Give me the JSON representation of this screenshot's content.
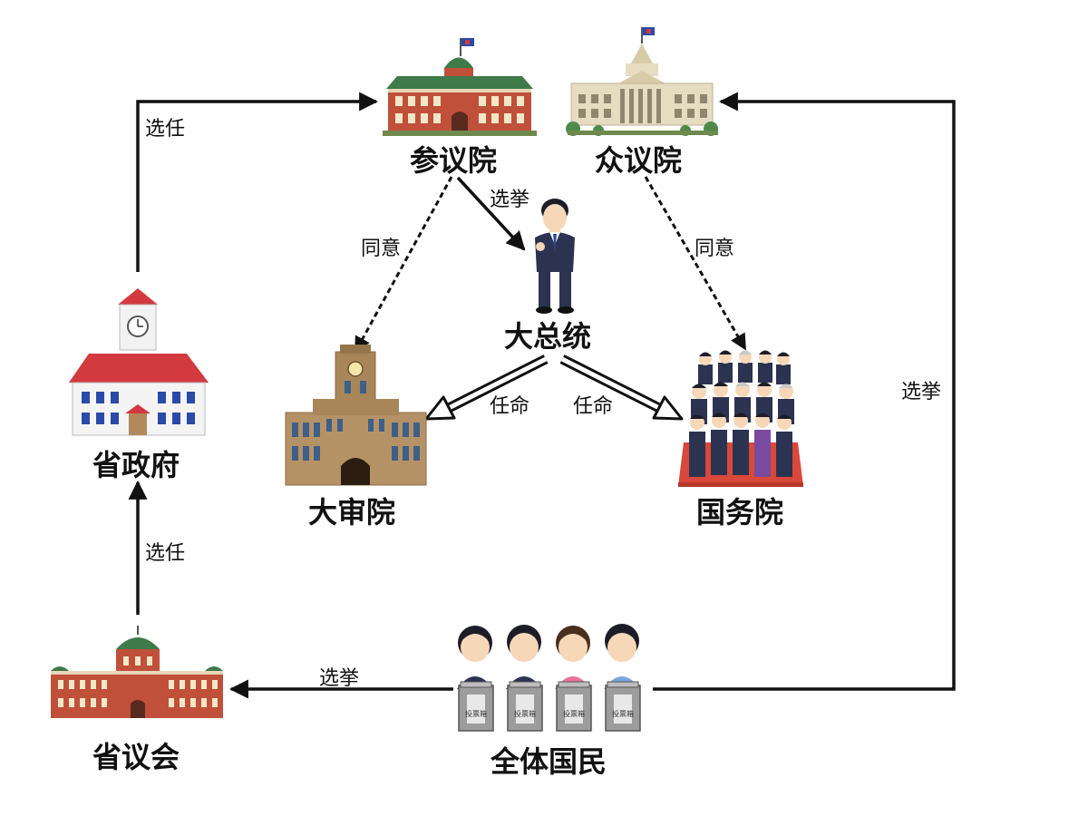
{
  "nodes": {
    "sangiin": {
      "label": "参议院"
    },
    "shugiin": {
      "label": "众议院"
    },
    "president": {
      "label": "大总统"
    },
    "supreme_court": {
      "label": "大审院"
    },
    "state_council": {
      "label": "国务院"
    },
    "province_gov": {
      "label": "省政府"
    },
    "province_assembly": {
      "label": "省议会"
    },
    "people": {
      "label": "全体国民"
    }
  },
  "edges": {
    "gov_to_sangiin": {
      "label": "选任"
    },
    "sangiin_to_president": {
      "label": "选挙"
    },
    "sangiin_to_court": {
      "label": "同意"
    },
    "shugiin_to_council": {
      "label": "同意"
    },
    "president_to_court": {
      "label": "任命"
    },
    "president_to_council": {
      "label": "任命"
    },
    "people_to_shugiin": {
      "label": "选挙"
    },
    "assembly_to_gov": {
      "label": "选任"
    },
    "people_to_assembly": {
      "label": "选挙"
    }
  },
  "ballot_box_text": "投票箱",
  "colors": {
    "red_brick": "#c0503a",
    "green_roof": "#3f7a4a",
    "stone": "#e6dcc2",
    "court_brown": "#a8865a",
    "red_roof": "#d23a3f",
    "carpet": "#d9483a",
    "suit": "#2c3350",
    "ballot_gray": "#9c9c9c"
  }
}
